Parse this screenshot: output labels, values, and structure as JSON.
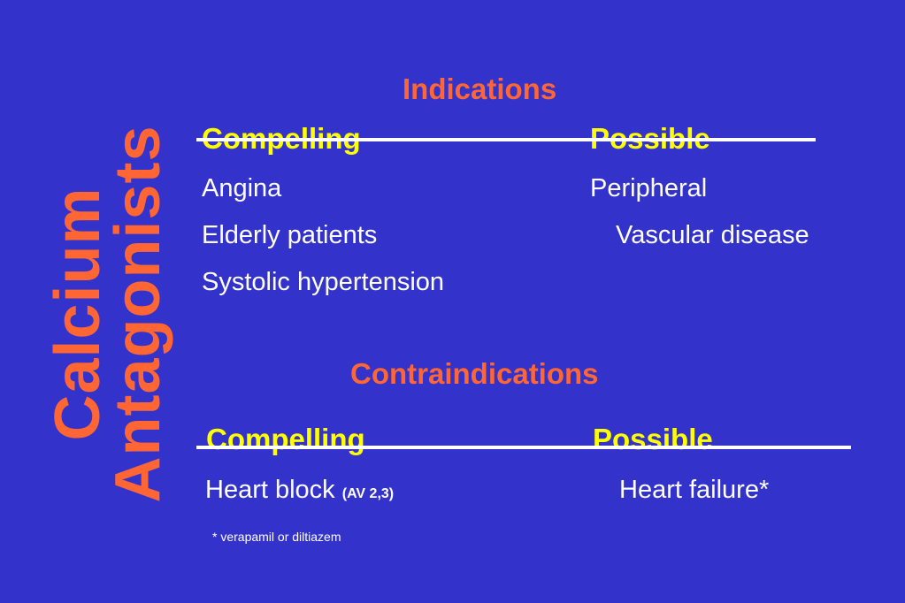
{
  "vertical_title": {
    "line1": "Calcium",
    "line2": "Antagonists"
  },
  "indications": {
    "title": "Indications",
    "compelling_header": "Compelling",
    "possible_header": "Possible",
    "compelling_items": [
      "Angina",
      "Elderly patients",
      "Systolic hypertension"
    ],
    "possible_items": [
      "Peripheral",
      "Vascular disease"
    ]
  },
  "contraindications": {
    "title": "Contraindications",
    "compelling_header": "Compelling",
    "possible_header": "Possible",
    "compelling_item": "Heart block",
    "compelling_item_note": "(AV 2,3)",
    "possible_item": "Heart failure*"
  },
  "footnote": "* verapamil or diltiazem",
  "colors": {
    "background": "#3333cc",
    "title": "#ff6633",
    "header": "#ffff00",
    "text": "#ffffff"
  }
}
